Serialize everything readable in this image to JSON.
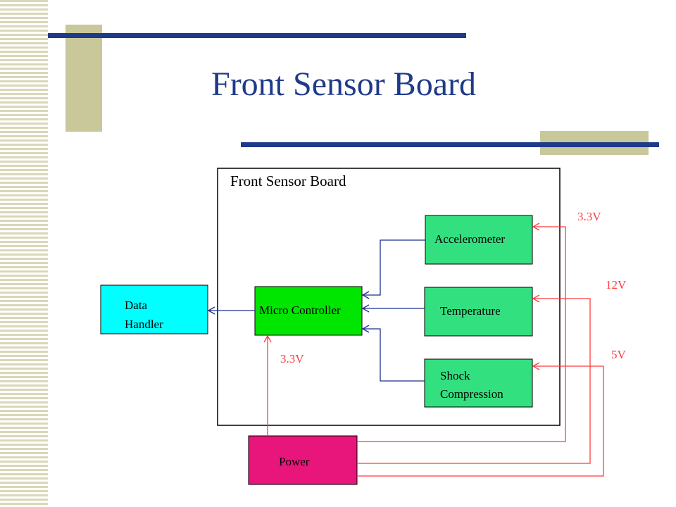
{
  "slide": {
    "title": "Front Sensor Board"
  },
  "diagram": {
    "board_label": "Front Sensor Board",
    "blocks": {
      "data_handler": [
        "Data",
        "Handler"
      ],
      "micro_controller": "Micro Controller",
      "accelerometer": "Accelerometer",
      "temperature": "Temperature",
      "shock": [
        "Shock",
        "Compression"
      ],
      "power": "Power"
    },
    "voltages": {
      "accelerometer": "3.3V",
      "temperature": "12V",
      "shock": "5V",
      "micro_controller": "3.3V"
    },
    "colors": {
      "title": "#1f3a8a",
      "deco_bar": "#1f3a8a",
      "deco_block": "#c8c89a",
      "data_handler": "#00ffff",
      "micro_controller": "#00e600",
      "sensors": "#33e07f",
      "power": "#e8167a",
      "signal_line": "#1c2f8f",
      "power_line": "#ff3b3b"
    }
  }
}
